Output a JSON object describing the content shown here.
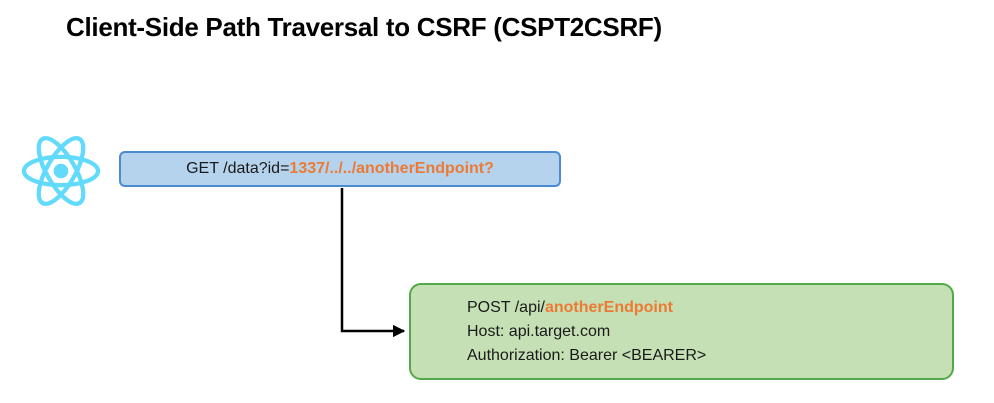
{
  "title": "Client-Side Path Traversal to CSRF (CSPT2CSRF)",
  "colors": {
    "highlight": "#ec7a34",
    "react_logo": "#61dafb",
    "get_box_fill": "#b6d3ed",
    "get_box_border": "#4a8bd2",
    "post_box_fill": "#c5e0b4",
    "post_box_border": "#52a848",
    "arrow": "#000000"
  },
  "icons": {
    "client": "react-logo-icon"
  },
  "get_request": {
    "prefix": "GET /data?id=",
    "payload": "1337/../../anotherEndpoint?"
  },
  "post_request": {
    "method_path_prefix": "POST /api/",
    "endpoint": "anotherEndpoint",
    "host_line": "Host: api.target.com",
    "auth_line": "Authorization: Bearer <BEARER>"
  }
}
